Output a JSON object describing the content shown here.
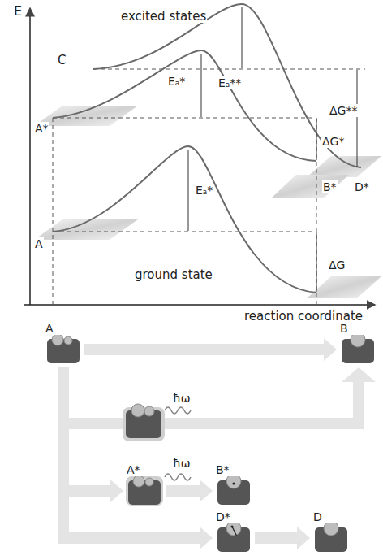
{
  "diagram": {
    "nodes": [
      {
        "text": [
          "A"
        ]
      },
      {
        "text": [
          "B"
        ]
      },
      {
        "text": [
          "A*"
        ]
      },
      {
        "text": [
          "B*"
        ]
      },
      {
        "text": [
          "D*"
        ]
      },
      {
        "text": [
          "D"
        ]
      }
    ],
    "edges": [
      {
        "from": 0,
        "to": 1,
        "arrow": "to"
      },
      {
        "from": 0,
        "to": 2,
        "arrow": "to"
      },
      {
        "from": 2,
        "to": 3,
        "arrow": "to"
      },
      {
        "from": 0,
        "to": 4,
        "arrow": "to"
      },
      {
        "from": 4,
        "to": 5,
        "arrow": "to"
      }
    ],
    "labels": [
      "E",
      "excited states",
      "C",
      "A*",
      "Eₐ*",
      "Eₐ**",
      "ΔG**",
      "ΔG*",
      "B*",
      "D*",
      "A",
      "Eₐ*",
      "ΔG",
      "B",
      "ground state",
      "reaction coordinate",
      "ħω",
      "ħω"
    ]
  }
}
